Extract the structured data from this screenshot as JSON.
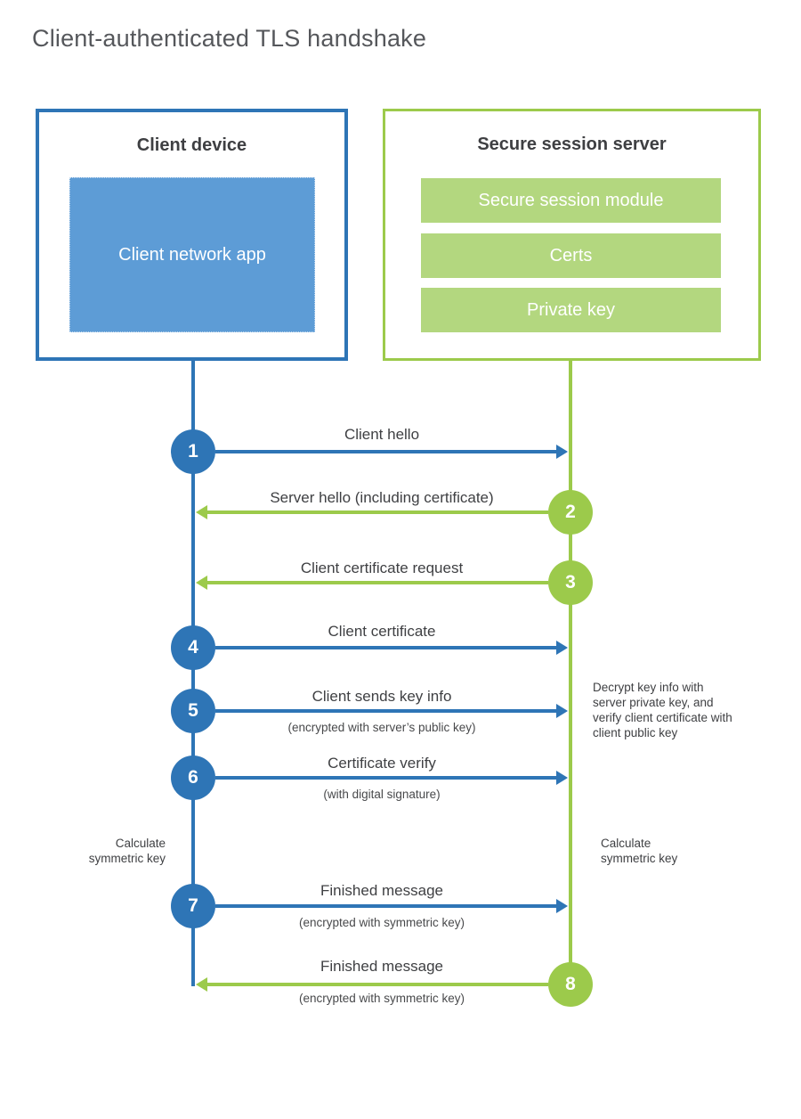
{
  "title": "Client-authenticated TLS handshake",
  "colors": {
    "blue": "#2e75b6",
    "blue_fill": "#5d9cd6",
    "green": "#9cca4b",
    "green_fill": "#b3d77f"
  },
  "client": {
    "title": "Client device",
    "app_label": "Client network app"
  },
  "server": {
    "title": "Secure session server",
    "modules": [
      "Secure session module",
      "Certs",
      "Private key"
    ]
  },
  "steps": [
    {
      "number": "1",
      "label": "Client hello",
      "sublabel": "",
      "direction": "right",
      "from": "client",
      "to": "server"
    },
    {
      "number": "2",
      "label": "Server hello (including certificate)",
      "sublabel": "",
      "direction": "left",
      "from": "server",
      "to": "client"
    },
    {
      "number": "3",
      "label": "Client certificate request",
      "sublabel": "",
      "direction": "left",
      "from": "server",
      "to": "client"
    },
    {
      "number": "4",
      "label": "Client certificate",
      "sublabel": "",
      "direction": "right",
      "from": "client",
      "to": "server"
    },
    {
      "number": "5",
      "label": "Client sends key info",
      "sublabel": "(encrypted with server’s public key)",
      "direction": "right",
      "from": "client",
      "to": "server"
    },
    {
      "number": "6",
      "label": "Certificate verify",
      "sublabel": "(with digital signature)",
      "direction": "right",
      "from": "client",
      "to": "server"
    },
    {
      "number": "7",
      "label": "Finished message",
      "sublabel": "(encrypted with symmetric key)",
      "direction": "right",
      "from": "client",
      "to": "server"
    },
    {
      "number": "8",
      "label": "Finished message",
      "sublabel": "(encrypted with symmetric key)",
      "direction": "left",
      "from": "server",
      "to": "client"
    }
  ],
  "notes": {
    "decrypt_note": "Decrypt key info with server private key, and verify client certificate with client public key",
    "calc_left": "Calculate symmetric key",
    "calc_right": "Calculate symmetric key"
  }
}
